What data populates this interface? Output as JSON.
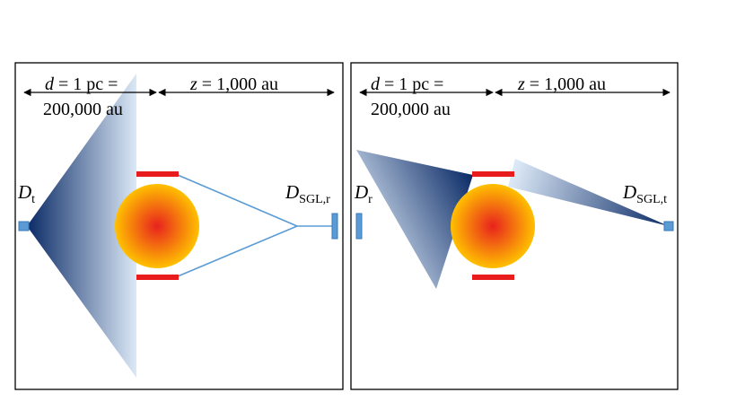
{
  "panels": [
    {
      "id": "left",
      "distance_label_line1": "d = 1 pc =",
      "distance_label_line1_var": "d",
      "distance_label_line1_rest": " = 1 pc =",
      "distance_label_line2": "200,000 au",
      "z_label_var": "z",
      "z_label_rest": " = 1,000 au",
      "source_label_main": "D",
      "source_label_sub": "t",
      "receiver_label_main": "D",
      "receiver_label_sub": "SGL,r"
    },
    {
      "id": "right",
      "distance_label_line1_var": "d",
      "distance_label_line1_rest": " = 1 pc =",
      "distance_label_line2": "200,000 au",
      "z_label_var": "z",
      "z_label_rest": " = 1,000 au",
      "source_label_main": "D",
      "source_label_sub": "r",
      "receiver_label_main": "D",
      "receiver_label_sub": "SGL,t"
    }
  ],
  "colors": {
    "beam_dark": "#0a2a66",
    "beam_light": "#dbe8f6",
    "sun_center": "#e8221e",
    "sun_edge": "#ffc000",
    "occulter": "#e81c1c",
    "ray": "#5b9bd5",
    "detector": "#5b9bd5"
  }
}
